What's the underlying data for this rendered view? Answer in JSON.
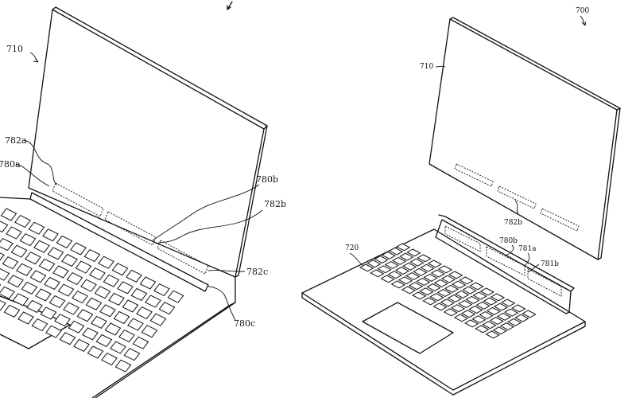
{
  "figure": {
    "labels": {
      "fig_ref": "700",
      "left_display": "710",
      "right_display": "710",
      "keyboard": "720",
      "sensor_a_left": "782a",
      "sensor_a_right": "780a",
      "sensor_b_top": "780b",
      "sensor_b_ring": "782b",
      "sensor_c_ring": "782c",
      "sensor_c": "780c",
      "right_782b": "782b",
      "right_780b": "780b",
      "right_781a": "781a",
      "right_781b": "781b"
    }
  }
}
